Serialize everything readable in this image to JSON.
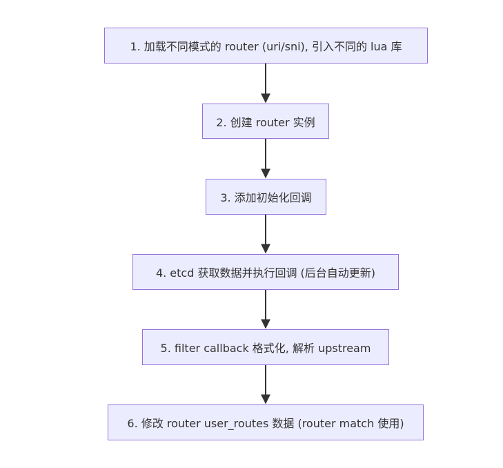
{
  "flowchart": {
    "nodes": [
      {
        "id": "step-1",
        "label": "1. 加载不同模式的 router (uri/sni), 引入不同的 lua 库"
      },
      {
        "id": "step-2",
        "label": "2. 创建 router 实例"
      },
      {
        "id": "step-3",
        "label": "3. 添加初始化回调"
      },
      {
        "id": "step-4",
        "label": "4. etcd 获取数据并执行回调 (后台自动更新)"
      },
      {
        "id": "step-5",
        "label": "5. filter callback 格式化, 解析 upstream"
      },
      {
        "id": "step-6",
        "label": "6. 修改 router user_routes 数据 (router match 使用)"
      }
    ],
    "edges": [
      {
        "from": "step-1",
        "to": "step-2"
      },
      {
        "from": "step-2",
        "to": "step-3"
      },
      {
        "from": "step-3",
        "to": "step-4"
      },
      {
        "from": "step-4",
        "to": "step-5"
      },
      {
        "from": "step-5",
        "to": "step-6"
      }
    ]
  },
  "colors": {
    "node_fill": "#ececff",
    "node_border": "#9370db",
    "edge": "#333333",
    "text": "#333333"
  }
}
